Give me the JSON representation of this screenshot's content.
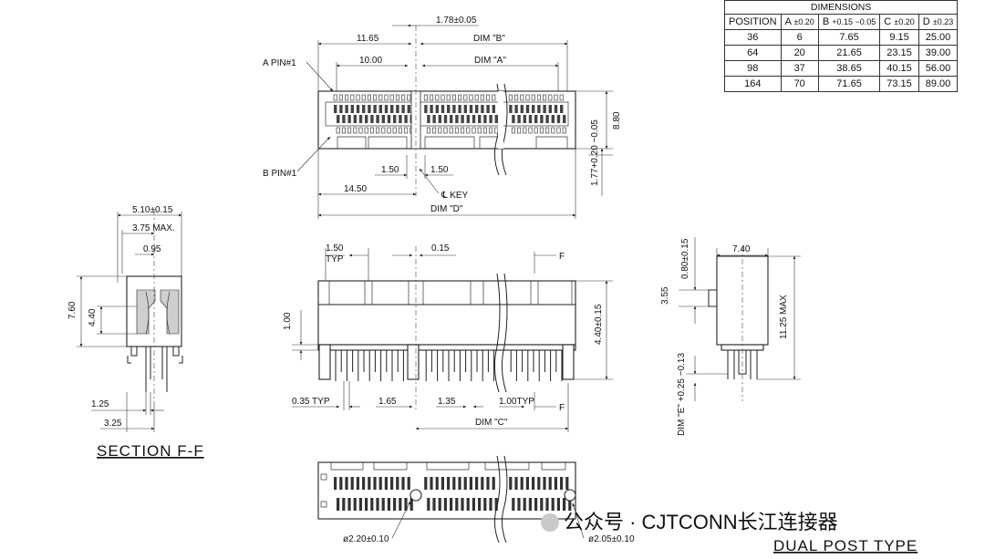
{
  "table": {
    "title": "DIMENSIONS",
    "headers": [
      {
        "name": "POSITION",
        "tol": ""
      },
      {
        "name": "A",
        "tol": "±0.20"
      },
      {
        "name": "B",
        "tol": "+0.15 −0.05"
      },
      {
        "name": "C",
        "tol": "±0.20"
      },
      {
        "name": "D",
        "tol": "±0.23"
      }
    ],
    "rows": [
      [
        "36",
        "6",
        "7.65",
        "9.15",
        "25.00"
      ],
      [
        "64",
        "20",
        "21.65",
        "23.15",
        "39.00"
      ],
      [
        "98",
        "37",
        "38.65",
        "40.15",
        "56.00"
      ],
      [
        "164",
        "70",
        "71.65",
        "73.15",
        "89.00"
      ]
    ]
  },
  "top_view": {
    "pitch": "1.78±0.05",
    "d1165": "11.65",
    "dim_b": "DIM \"B\"",
    "d1000": "10.00",
    "dim_a": "DIM \"A\"",
    "a_pin": "A PIN#1",
    "b_pin": "B PIN#1",
    "d880": "8.80",
    "d150_left": "1.50",
    "d150_right": "1.50",
    "d1450": "14.50",
    "key": "℄ KEY",
    "dim_d": "DIM \"D\"",
    "d177": "1.77+0.20 −0.05"
  },
  "section": {
    "d510": "5.10±0.15",
    "d375": "3.75 MAX.",
    "d095": "0.95",
    "d760": "7.60",
    "d440": "4.40",
    "d125": "1.25",
    "d325": "3.25",
    "title": "SECTION F-F"
  },
  "front_view": {
    "d150_typ": "1.50",
    "typ": "TYP",
    "d015": "0.15",
    "f_top": "F",
    "d100": "1.00",
    "d440": "4.40±0.15",
    "d035": "0.35 TYP",
    "d165": "1.65",
    "d135": "1.35",
    "d100typ": "1.00TYP",
    "f_bottom": "F",
    "dim_c": "DIM \"C\""
  },
  "side_view": {
    "d740": "7.40",
    "d080": "0.80±0.15",
    "d355": "3.55",
    "d1125": "11.25 MAX",
    "dim_e": "DIM \"E\" +0.25 −0.13"
  },
  "bottom_view": {
    "hole1": "ø2.20±0.10",
    "hole2": "ø2.05±0.10"
  },
  "watermark": "公众号 · CJTCONN长江连接器",
  "type_title": "DUAL POST TYPE"
}
